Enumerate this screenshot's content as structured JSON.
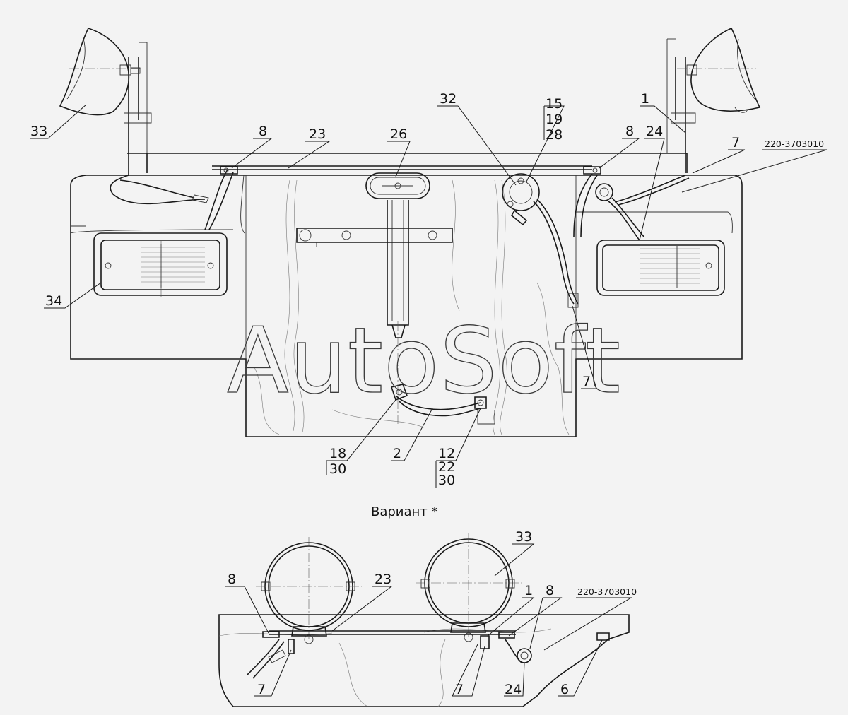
{
  "watermark": "AutoSoft",
  "variant_caption": "Вариант *",
  "labels": {
    "p33": "33",
    "p8": "8",
    "p23": "23",
    "p26": "26",
    "p32": "32",
    "p15": "15",
    "p19": "19",
    "p28": "28",
    "p1": "1",
    "p8r": "8",
    "p24": "24",
    "p7": "7",
    "pAsm": "220-3703010",
    "p34": "34",
    "p7c": "7",
    "p18": "18",
    "p30a": "30",
    "p2": "2",
    "p12": "12",
    "p22": "22",
    "p30b": "30"
  },
  "variant_labels": {
    "p8l": "8",
    "p23": "23",
    "p33": "33",
    "p1": "1",
    "p8r": "8",
    "pAsm": "220-3703010",
    "p7l": "7",
    "p7m": "7",
    "p24": "24",
    "p6": "6"
  }
}
